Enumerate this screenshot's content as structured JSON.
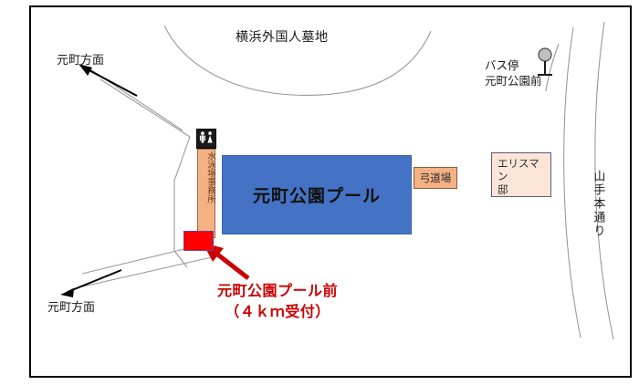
{
  "map": {
    "title_area": "横浜外国人墓地",
    "labels": {
      "cemetery": "横浜外国人墓地",
      "motomachi_direction_top": "元町方面",
      "motomachi_direction_bottom": "元町方面",
      "bus_stop": "バス停\n元町公園前",
      "yamate_street": "山手本通り",
      "pool": "元町公園プール",
      "pool_office": "水泳場事務所",
      "kyudo_hall": "弓道場",
      "ehrismann_house": "エリスマン\n邸",
      "reception_point": "元町公園プール前\n（４ｋｍ受付）"
    },
    "icons": {
      "restroom": "restroom-icon",
      "bus_stop": "bus-stop-icon",
      "arrow_top": "arrow-up-left-icon",
      "arrow_bottom": "arrow-down-left-icon",
      "arrow_reception": "arrow-pointer-red-icon"
    },
    "colors": {
      "pool_fill": "#4472C4",
      "office_fill": "#F4B183",
      "kyudo_fill": "#F4B183",
      "ehrismann_fill": "#FBE5D6",
      "marker_fill": "#FF0000",
      "marker_border": "#7B3A8C",
      "callout_text": "#CC0000",
      "road_line": "#9a9a9a",
      "frame_border": "#000000"
    }
  }
}
